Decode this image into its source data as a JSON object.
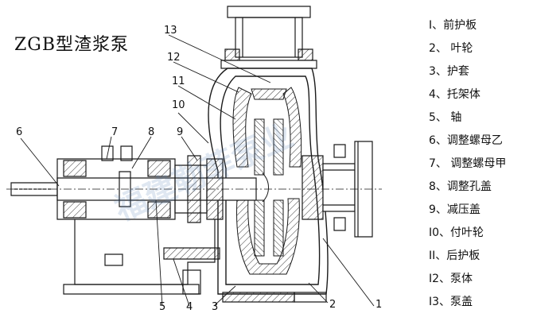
{
  "title": "ZGB型渣浆泵",
  "watermark": "福建勒菲泵业",
  "callouts": {
    "c1": "1",
    "c2": "2",
    "c3": "3",
    "c4": "4",
    "c5": "5",
    "c6": "6",
    "c7": "7",
    "c8": "8",
    "c9": "9",
    "c10": "10",
    "c11": "11",
    "c12": "12",
    "c13": "13"
  },
  "legend": [
    "I、前护板",
    "2、 叶轮",
    "3、护套",
    "4、托架体",
    "5、 轴",
    "6、调整螺母乙",
    "7、 调整螺母甲",
    "8、调整孔盖",
    "9、减压盖",
    "I0、付叶轮",
    "II、后护板",
    "I2、泵体",
    "I3、泵盖"
  ],
  "colors": {
    "line": "#1a1a1a",
    "hatch": "#333333",
    "watermark": "#5078b4"
  }
}
